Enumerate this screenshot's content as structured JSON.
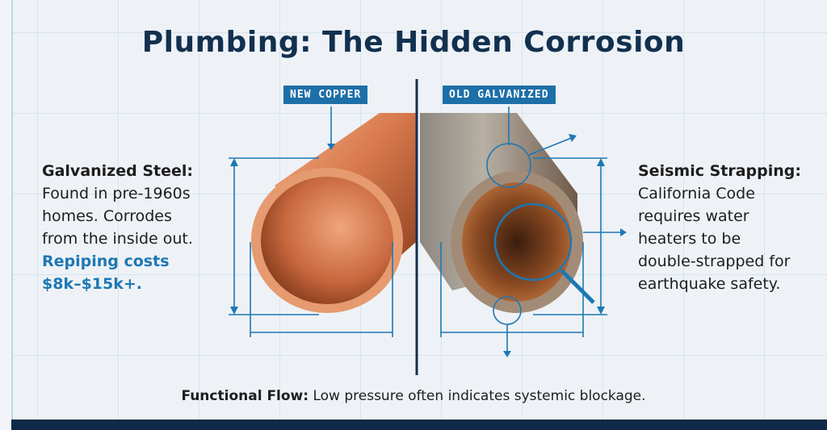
{
  "title": "Plumbing: The Hidden Corrosion",
  "labels": {
    "new": "NEW COPPER",
    "old": "OLD GALVANIZED"
  },
  "left_panel": {
    "heading": "Galvanized Steel:",
    "lines": [
      "Found in pre-1960s",
      "homes. Corrodes",
      "from the inside out."
    ],
    "highlight": [
      "Repiping costs",
      "$8k–$15k+."
    ]
  },
  "right_panel": {
    "heading": "Seismic Strapping:",
    "lines": [
      "California Code",
      "requires water",
      "heaters to be",
      "double-strapped for",
      "earthquake safety."
    ]
  },
  "footer": {
    "bold": "Functional Flow:",
    "text": " Low pressure often indicates systemic blockage."
  },
  "colors": {
    "navy": "#12304f",
    "accent": "#1d78b4",
    "copper": "#c8683f",
    "rust": "#8a4a22"
  }
}
